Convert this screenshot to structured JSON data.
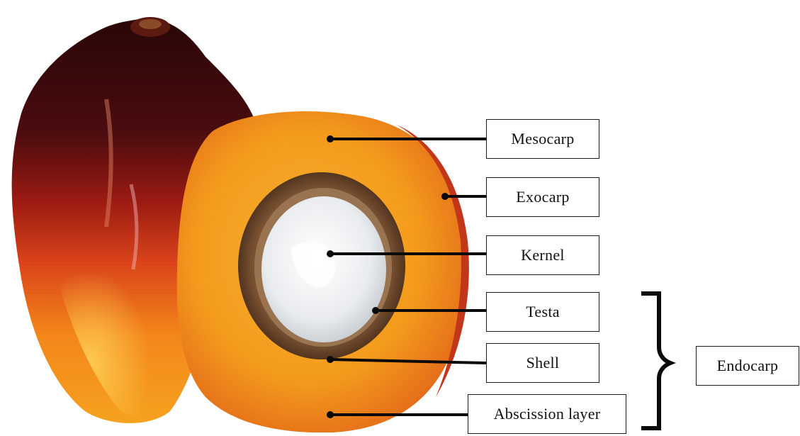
{
  "labels": {
    "mesocarp": "Mesocarp",
    "exocarp": "Exocarp",
    "kernel": "Kernel",
    "testa": "Testa",
    "shell": "Shell",
    "abscission": "Abscission layer",
    "endocarp": "Endocarp"
  },
  "colors": {
    "line": "#0a0a0a",
    "whole_fruit_dark": "#3a0a0c",
    "whole_fruit_red": "#b01e12",
    "whole_fruit_orange": "#f08a16",
    "pulp_orange": "#f39a1c",
    "shell_brown": "#5a3a22",
    "kernel_white": "#eef0f3"
  }
}
